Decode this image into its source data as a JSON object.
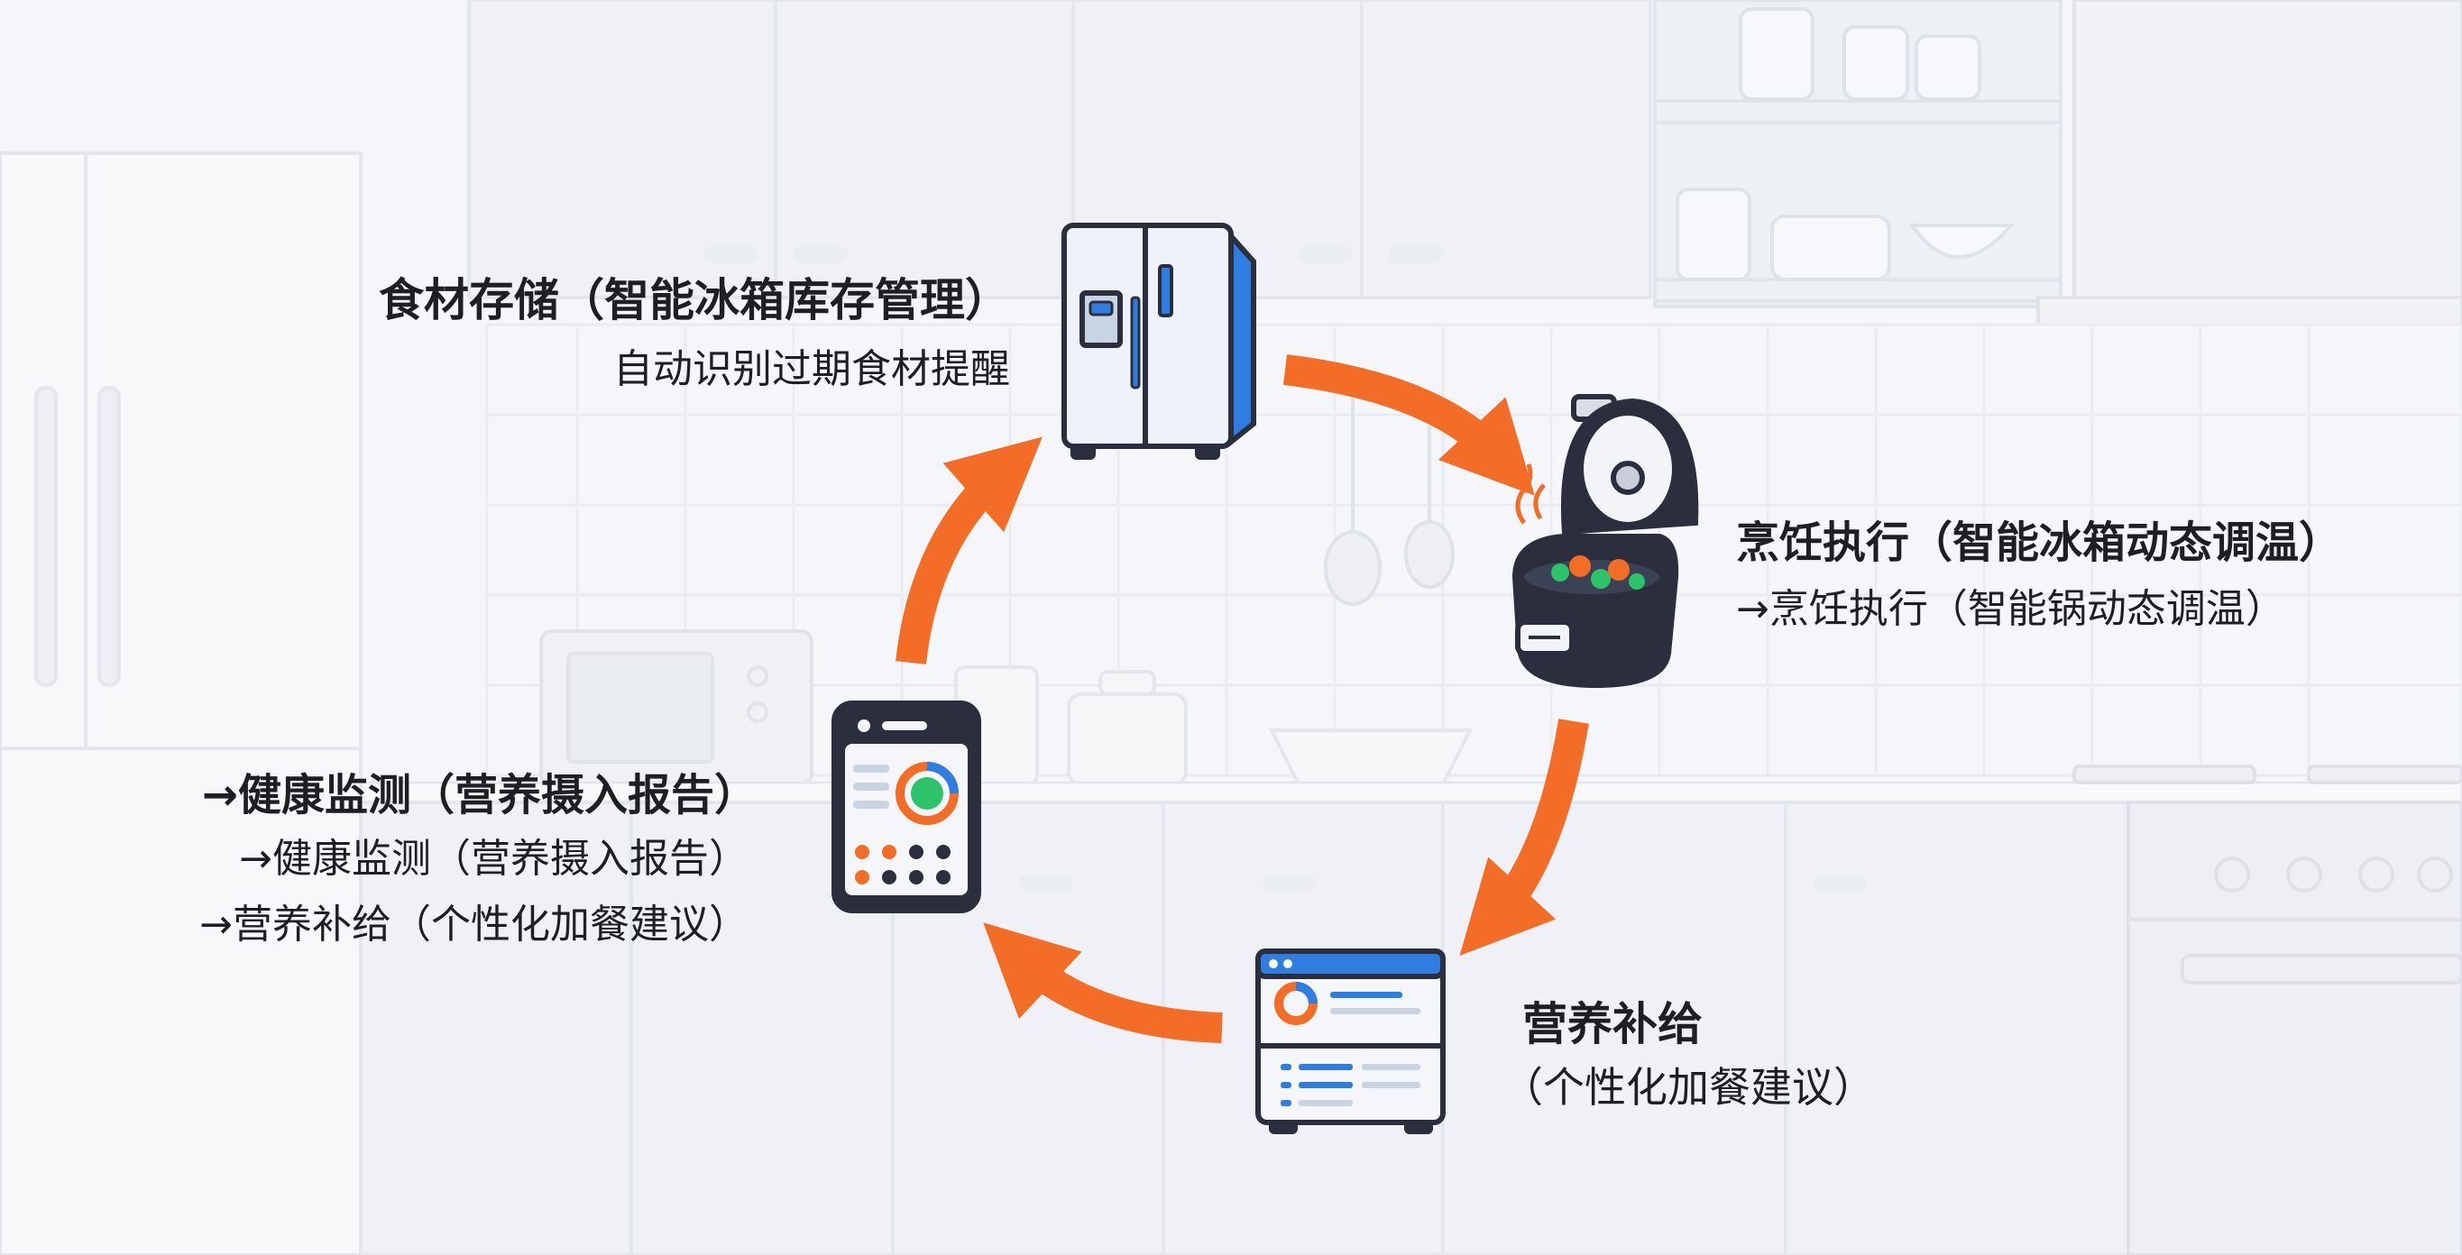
{
  "nodes": {
    "storage": {
      "title": "食材存储（智能冰箱库存管理）",
      "subtitle": "自动识别过期食材提醒"
    },
    "cooking": {
      "title": "烹饪执行（智能冰箱动态调温）",
      "subtitle": "→烹饪执行（智能锅动态调温）"
    },
    "nutrition": {
      "title": "营养补给",
      "subtitle": "（个性化加餐建议）"
    },
    "health": {
      "title": "→健康监测（营养摄入报告）",
      "line2": "→健康监测（营养摄入报告）",
      "line3": "→营养补给（个性化加餐建议）"
    }
  },
  "colors": {
    "arrow": "#f36d26",
    "device_dark": "#2b2f3d",
    "accent_blue": "#2f7de1",
    "accent_green": "#2cc36b"
  },
  "icons": [
    "refrigerator-icon",
    "rice-cooker-icon",
    "dashboard-monitor-icon",
    "smartphone-report-icon"
  ]
}
